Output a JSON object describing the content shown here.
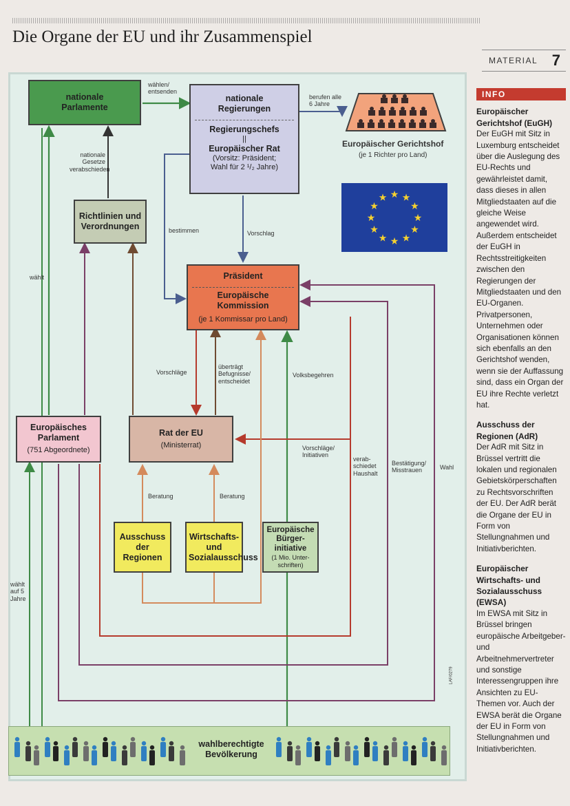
{
  "page": {
    "title": "Die Organe der EU und ihr Zusammenspiel",
    "material_label": "MATERIAL",
    "material_number": "7"
  },
  "boxes": {
    "nat_parl": "nationale Parlamente",
    "nat_reg": "nationale Regierungen",
    "reg_chefs": "Regierungschefs",
    "reg_sep": "||",
    "eu_rat": "Europäischer Rat",
    "eu_rat_sub1": "(Vorsitz: Präsident;",
    "eu_rat_sub2": "Wahl für 2 ¹/₂ Jahre)",
    "richtlinien": "Richtlinien und Verordnungen",
    "praesident": "Präsident",
    "kommission": "Europäische Kommission",
    "kommission_sub": "(je 1 Kommissar pro Land)",
    "eu_parl": "Europäisches Parlament",
    "eu_parl_sub": "(751 Abgeordnete)",
    "rat_eu": "Rat der EU",
    "rat_eu_sub": "(Ministerrat)",
    "adr": "Ausschuss der Regionen",
    "wsa": "Wirtschafts- und Sozialausschuss",
    "ebi": "Europäische Bürger-initiative",
    "ebi_sub": "(1 Mio. Unter-schriften)",
    "court": "Europäischer Gerichtshof",
    "court_sub": "(je 1 Richter pro Land)",
    "bevoelkerung": "wahlberechtigte Bevölkerung"
  },
  "labels": {
    "waehlen": "wählen/ entsenden",
    "berufen": "berufen alle 6 Jahre",
    "nat_gesetze": "nationale Gesetze verabschieden",
    "waehlt": "wählt",
    "bestimmen": "bestimmen",
    "vorschlag": "Vorschlag",
    "vorschlaege": "Vorschläge",
    "uebertraegt": "überträgt Befugnisse/ entscheidet",
    "volksbegehren": "Volksbegehren",
    "vorschlaege_init": "Vorschläge/ Initiativen",
    "verabschiedet": "verab-schiedet Haushalt",
    "bestaetigung": "Bestätigung/ Misstrauen",
    "wahl": "Wahl",
    "beratung1": "Beratung",
    "beratung2": "Beratung",
    "waehlt5": "wählt auf 5 Jahre",
    "credit": "LAF/0279"
  },
  "info": {
    "tag": "INFO",
    "eugh_title": "Europäischer Gerichtshof (EuGH)",
    "eugh_text": "Der EuGH mit Sitz in Luxemburg entscheidet über die Auslegung des EU-Rechts und gewährleistet damit, dass dieses in allen Mitgliedstaaten auf die gleiche Weise angewendet wird. Außerdem entscheidet der EuGH in Rechtsstreitigkeiten zwischen den Regierungen der Mitgliedstaaten und den EU-Organen. Privatpersonen, Unternehmen oder Organisationen können sich ebenfalls an den Gerichtshof wenden, wenn sie der Auffassung sind, dass ein Organ der EU ihre Rechte verletzt hat.",
    "adr_title": "Ausschuss der Regionen (AdR)",
    "adr_text": "Der AdR mit Sitz in Brüssel vertritt die lokalen und regionalen Gebietskörperschaften zu Rechtsvorschriften der EU. Der AdR berät die Organe der EU in Form von Stellungnahmen und Initiativberichten.",
    "ewsa_title": "Europäischer Wirtschafts- und Sozialausschuss (EWSA)",
    "ewsa_text": "Im EWSA mit Sitz in Brüssel bringen europäische Arbeitgeber- und Arbeitnehmervertreter und sonstige Interessengruppen ihre Ansichten zu EU-Themen vor. Auch der EWSA berät die Organe der EU in Form von Stellungnahmen und Initiativberichten."
  },
  "colors": {
    "green": "#3e8a46",
    "red": "#b53a2c",
    "purple": "#7a3f67",
    "brown": "#6f4a31",
    "orange": "#d48a5c",
    "blue": "#4a5e8f",
    "eu_blue": "#1f3f9c",
    "eu_gold": "#f5d130"
  }
}
